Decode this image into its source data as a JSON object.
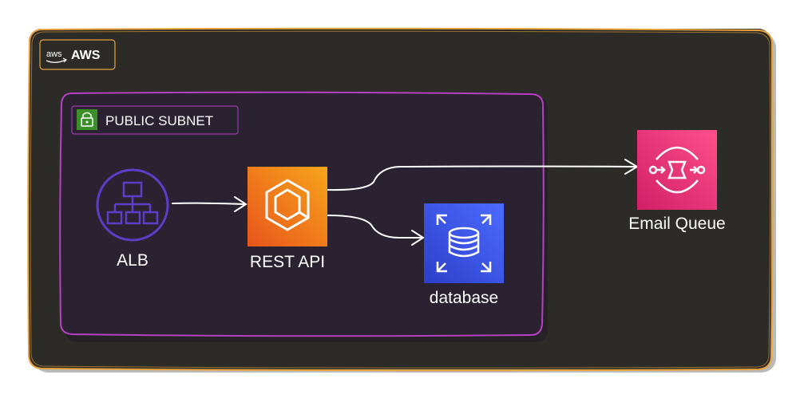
{
  "colors": {
    "aws_group_fill": "#2d2b27",
    "aws_group_stroke": "#e8a33c",
    "subnet_fill": "#2a2231",
    "subnet_stroke": "#b83fc2",
    "alb": "#5a3ec8",
    "rest_api_top": "#f7a51b",
    "rest_api_bottom": "#e8541b",
    "database_top": "#4b6bff",
    "database_bottom": "#2d3fc9",
    "queue_top": "#ff4f8b",
    "queue_bottom": "#d11f66",
    "subnet_icon": "#3a8f26",
    "connector": "#ffffff"
  },
  "aws_group": {
    "title": "AWS",
    "logo_text": "aws",
    "icon": "aws-logo-icon"
  },
  "subnet": {
    "title": "PUBLIC SUBNET",
    "icon": "lock-icon"
  },
  "nodes": {
    "alb": {
      "label": "ALB",
      "icon": "load-balancer-icon"
    },
    "rest_api": {
      "label": "REST API",
      "icon": "container-service-icon"
    },
    "database": {
      "label": "database",
      "icon": "database-icon"
    },
    "email_queue": {
      "label": "Email Queue",
      "icon": "queue-icon"
    }
  },
  "connectors": [
    {
      "from": "ALB",
      "to": "REST API"
    },
    {
      "from": "REST API",
      "to": "Email Queue"
    },
    {
      "from": "REST API",
      "to": "database"
    }
  ]
}
